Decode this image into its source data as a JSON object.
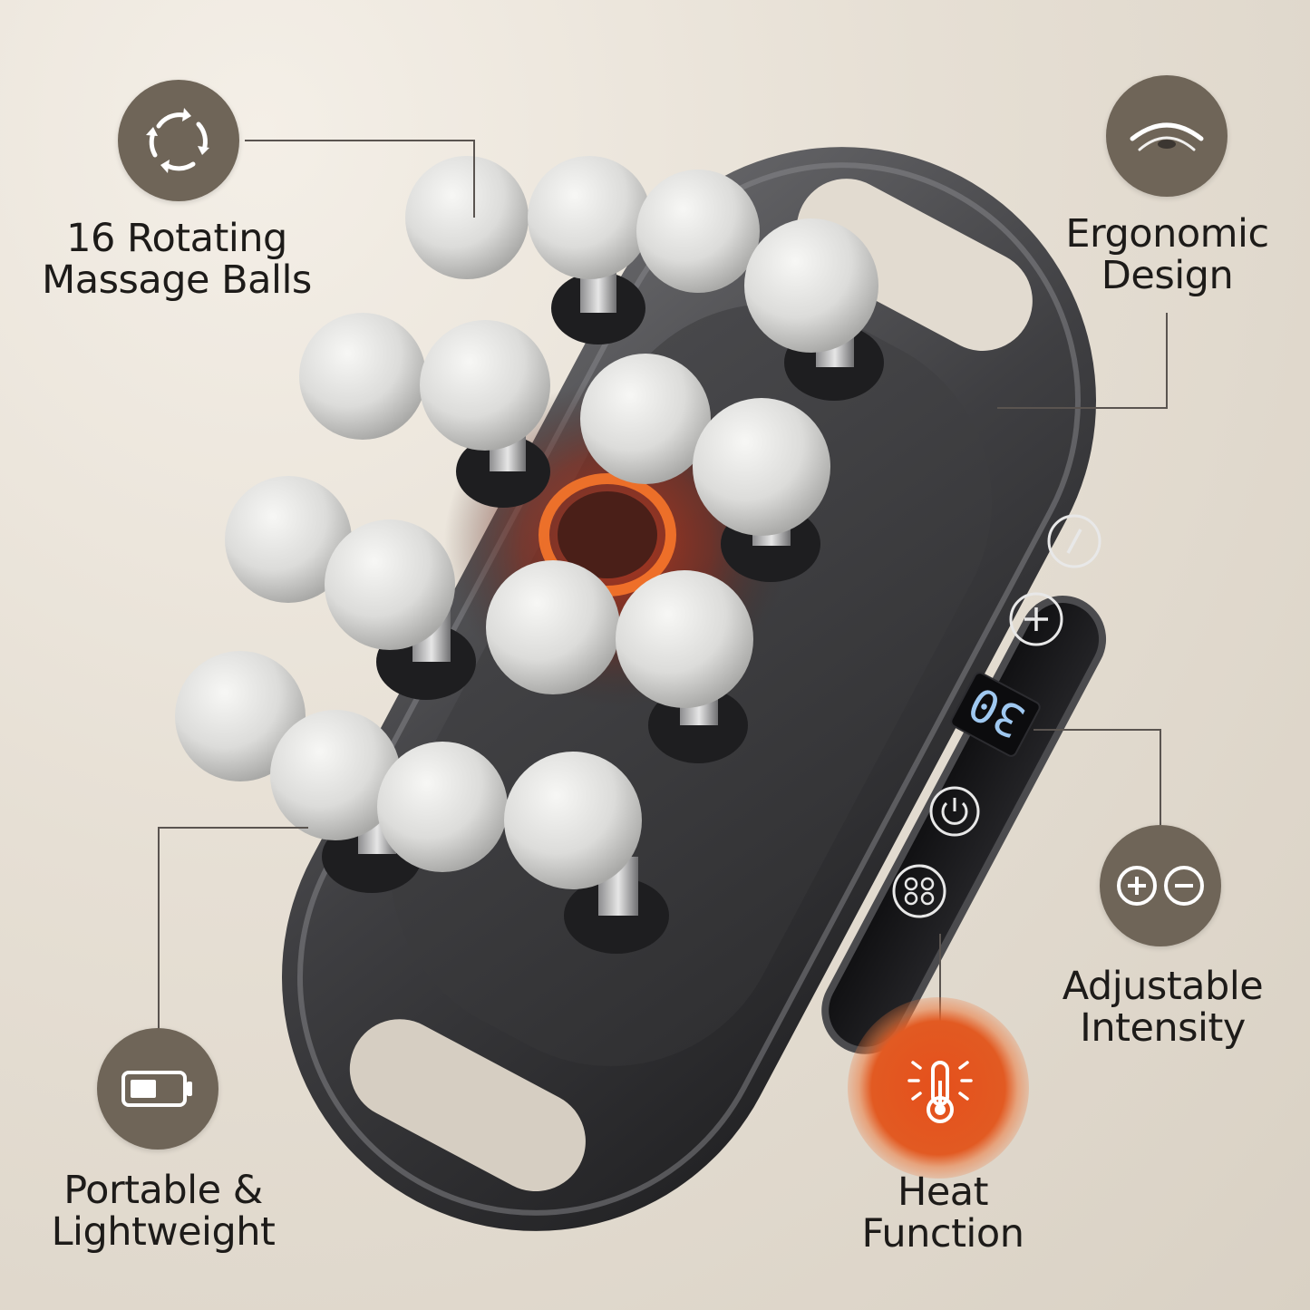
{
  "features": [
    {
      "id": "rotating-balls",
      "lines": [
        "16 Rotating",
        "Massage Balls"
      ],
      "icon": "rotate-arrows-icon"
    },
    {
      "id": "ergonomic",
      "lines": [
        "Ergonomic",
        "Design"
      ],
      "icon": "ergonomic-curve-icon"
    },
    {
      "id": "adjustable",
      "lines": [
        "Adjustable",
        "Intensity"
      ],
      "icon": "plus-minus-icon"
    },
    {
      "id": "heat",
      "lines": [
        "Heat",
        "Function"
      ],
      "icon": "thermometer-icon"
    },
    {
      "id": "portable",
      "lines": [
        "Portable &",
        "Lightweight"
      ],
      "icon": "battery-icon"
    }
  ],
  "device": {
    "display_value": "30",
    "buttons": [
      "minus-button",
      "plus-button",
      "power-button",
      "mode-button"
    ]
  },
  "colors": {
    "icon_circle": "#6f6558",
    "heat_accent": "#e5501c",
    "device_body": "#3a3a3c",
    "display_digits": "#9fc8f0"
  }
}
